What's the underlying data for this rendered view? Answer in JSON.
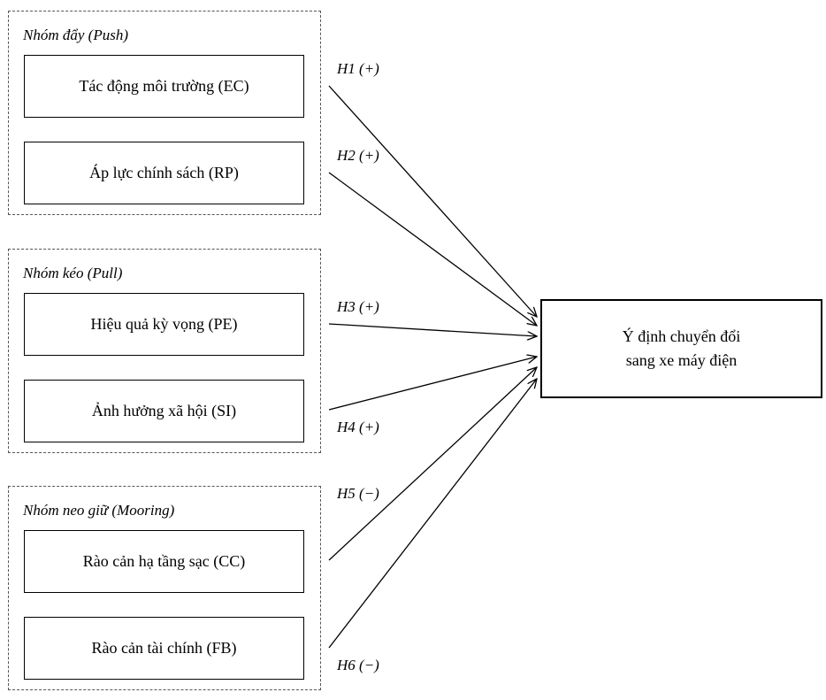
{
  "groups": [
    {
      "title": "Nhóm đẩy (Push)",
      "items": [
        "Tác động môi trường (EC)",
        "Áp lực chính sách (RP)"
      ]
    },
    {
      "title": "Nhóm kéo (Pull)",
      "items": [
        "Hiệu quả kỳ vọng (PE)",
        "Ảnh hưởng xã hội (SI)"
      ]
    },
    {
      "title": "Nhóm neo giữ (Mooring)",
      "items": [
        "Rào cản hạ tầng sạc (CC)",
        "Rào cản tài chính (FB)"
      ]
    }
  ],
  "target": {
    "line1": "Ý định chuyển đổi",
    "line2": "sang xe máy điện"
  },
  "hypotheses": [
    "H1 (+)",
    "H2 (+)",
    "H3 (+)",
    "H4 (+)",
    "H5 (−)",
    "H6 (−)"
  ]
}
